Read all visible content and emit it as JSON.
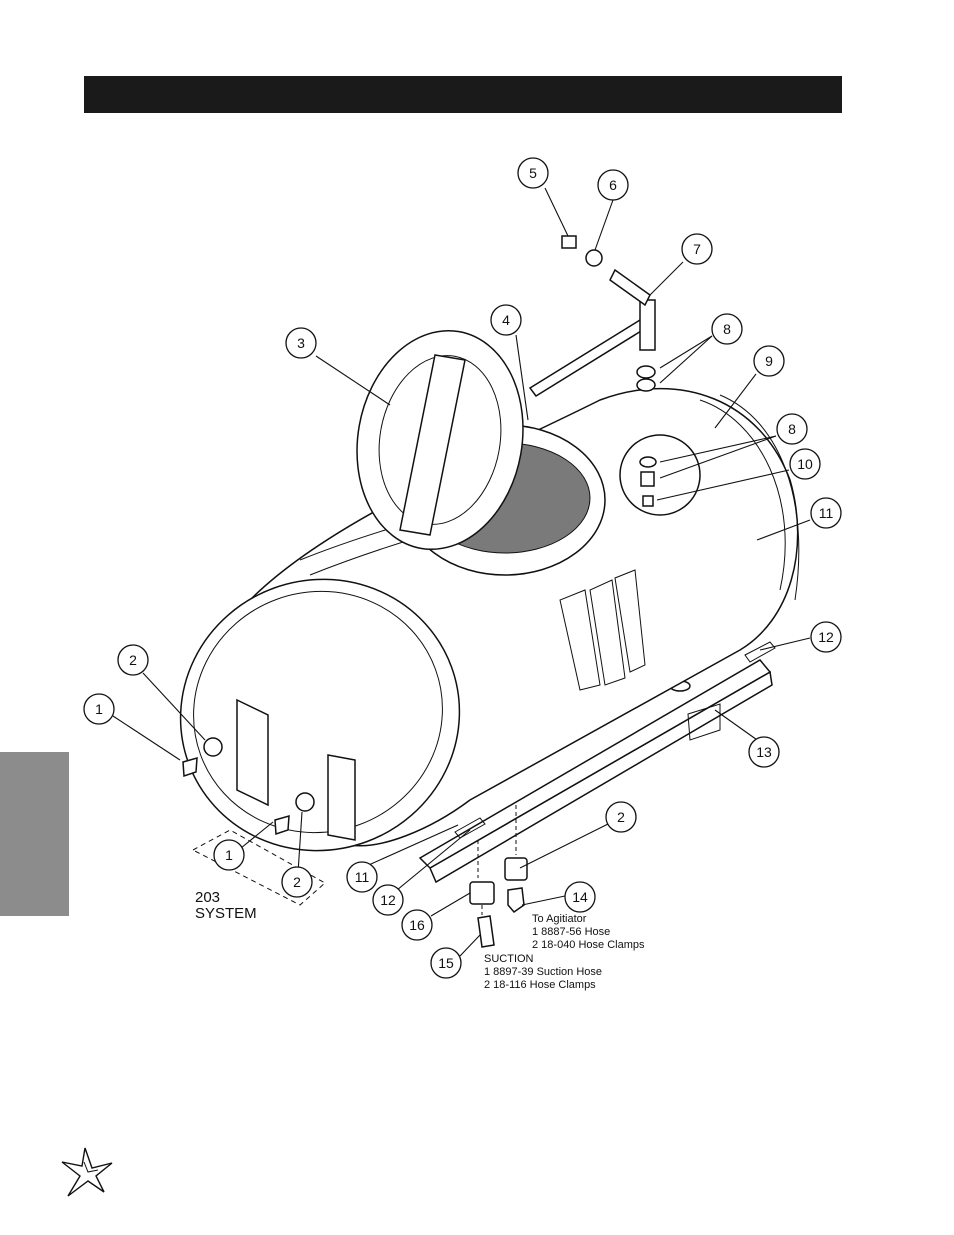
{
  "header": {
    "title": ""
  },
  "callouts": {
    "c1": "1",
    "c1b": "1",
    "c2": "2",
    "c2b": "2",
    "c2c": "2",
    "c3": "3",
    "c4": "4",
    "c5": "5",
    "c6": "6",
    "c7": "7",
    "c8": "8",
    "c8b": "8",
    "c9": "9",
    "c10": "10",
    "c11": "11",
    "c11b": "11",
    "c12": "12",
    "c12b": "12",
    "c13": "13",
    "c14": "14",
    "c15": "15",
    "c16": "16"
  },
  "system": {
    "line1": "203",
    "line2": "SYSTEM"
  },
  "notes": {
    "agitator": [
      "To Agitiator",
      "1  8887-56 Hose",
      "2  18-040 Hose Clamps"
    ],
    "suction": [
      "SUCTION",
      "1  8897-39 Suction Hose",
      "2  18-116 Hose Clamps"
    ]
  },
  "logo": {
    "name": "star-logo-icon"
  }
}
